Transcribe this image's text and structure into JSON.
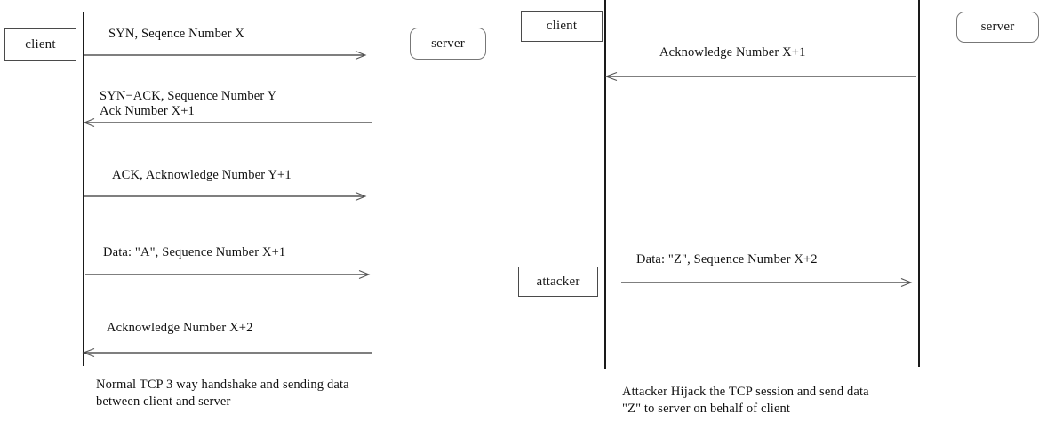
{
  "diagram": {
    "title": "TCP session hijacking sequence diagram",
    "background_color": "#ffffff",
    "line_color": "#1a1a1a",
    "text_color": "#111111"
  },
  "left_panel": {
    "name": "normal-tcp-exchange",
    "participants": [
      {
        "id": "client",
        "label": "client",
        "shape": "rectangle"
      },
      {
        "id": "server",
        "label": "server",
        "shape": "rounded-rectangle"
      }
    ],
    "messages": [
      {
        "id": "syn",
        "label_lines": [
          "SYN, Seqence Number X"
        ],
        "direction": "right",
        "from": "client",
        "to": "server"
      },
      {
        "id": "syn-ack",
        "label_lines": [
          "SYN−ACK, Sequence Number Y",
          "Ack Number X+1"
        ],
        "direction": "left",
        "from": "server",
        "to": "client"
      },
      {
        "id": "ack",
        "label_lines": [
          "ACK, Acknowledge Number Y+1"
        ],
        "direction": "right",
        "from": "client",
        "to": "server"
      },
      {
        "id": "data-a",
        "label_lines": [
          "Data: \"A\", Sequence Number X+1"
        ],
        "direction": "right",
        "from": "client",
        "to": "server"
      },
      {
        "id": "ack-x2",
        "label_lines": [
          "Acknowledge Number X+2"
        ],
        "direction": "left",
        "from": "server",
        "to": "client"
      }
    ],
    "caption": "Normal TCP 3 way handshake and sending data\nbetween client and server"
  },
  "right_panel": {
    "name": "hijacked-tcp-exchange",
    "participants": [
      {
        "id": "client",
        "label": "client",
        "shape": "rectangle"
      },
      {
        "id": "attacker",
        "label": "attacker",
        "shape": "rectangle"
      },
      {
        "id": "server",
        "label": "server",
        "shape": "rounded-rectangle"
      }
    ],
    "messages": [
      {
        "id": "ack-x1",
        "label_lines": [
          "Acknowledge Number X+1"
        ],
        "direction": "left",
        "from": "server",
        "to": "client"
      },
      {
        "id": "data-z",
        "label_lines": [
          "Data: \"Z\", Sequence Number X+2"
        ],
        "direction": "right",
        "from": "attacker",
        "to": "server"
      }
    ],
    "caption": "Attacker Hijack the TCP session and send data\n\"Z\" to server on behalf of client"
  }
}
